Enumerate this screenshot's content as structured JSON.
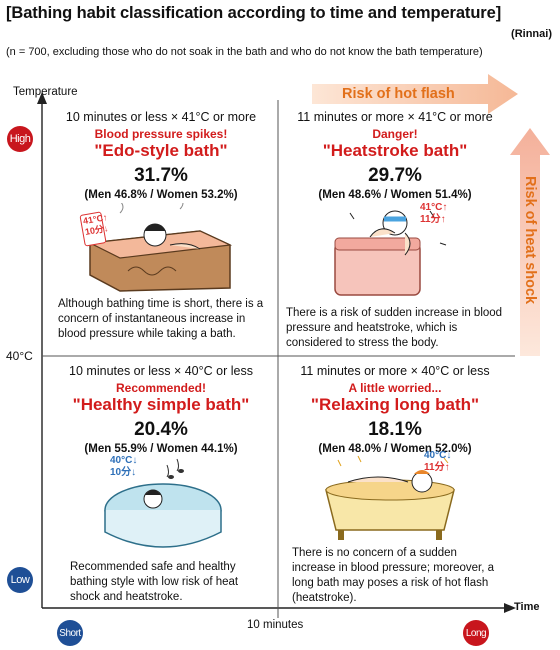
{
  "header": {
    "title": "[Bathing habit classification according to time and temperature]",
    "source": "(Rinnai)",
    "note": "(n = 700, excluding those who do not soak in the bath and who do not know the bath temperature)"
  },
  "axes": {
    "y_label": "Temperature",
    "x_label": "Time",
    "y_mid": "40°C",
    "x_mid": "10 minutes",
    "high": "High",
    "low": "Low",
    "short": "Short",
    "long": "Long"
  },
  "risks": {
    "hot_flash": "Risk of hot flash",
    "heat_shock": "Risk of heat shock"
  },
  "quadrants": {
    "tl": {
      "condition": "10 minutes or less × 41°C or more",
      "tag": "Blood pressure spikes!",
      "name": "\"Edo-style bath\"",
      "percent": "31.7%",
      "breakdown": "(Men 46.8% / Women 53.2%)",
      "description": "Although bathing time is short, there is a concern of instantaneous increase in blood pressure while taking a bath.",
      "thermo": "41°C↑",
      "minutes": "10分↓"
    },
    "tr": {
      "condition": "11 minutes or more × 41°C or more",
      "tag": "Danger!",
      "name": "\"Heatstroke bath\"",
      "percent": "29.7%",
      "breakdown": "(Men 48.6% / Women 51.4%)",
      "description": "There is a risk of sudden increase in blood pressure and heatstroke, which is considered to stress the body.",
      "thermo": "41°C↑",
      "minutes": "11分↑"
    },
    "bl": {
      "condition": "10 minutes or less × 40°C or less",
      "tag": "Recommended!",
      "name": "\"Healthy simple bath\"",
      "percent": "20.4%",
      "breakdown": "(Men 55.9% / Women 44.1%)",
      "description": "Recommended safe and healthy bathing style with low risk of heat shock and heatstroke.",
      "thermo": "40°C↓",
      "minutes": "10分↓"
    },
    "br": {
      "condition": "11 minutes or more × 40°C or less",
      "tag": "A little worried...",
      "name": "\"Relaxing long bath\"",
      "percent": "18.1%",
      "breakdown": "(Men 48.0% / Women 52.0%)",
      "description": "There is no concern of a sudden increase in blood pressure; moreover, a long bath may poses a risk of hot flash (heatstroke).",
      "thermo": "40°C↓",
      "minutes": "11分↑"
    }
  },
  "colors": {
    "accent_red": "#d21c1c",
    "high_circle": "#c8161d",
    "low_circle": "#1f4f96",
    "risk_arrow": "#f6c7a8",
    "risk_text": "#e2701a"
  }
}
